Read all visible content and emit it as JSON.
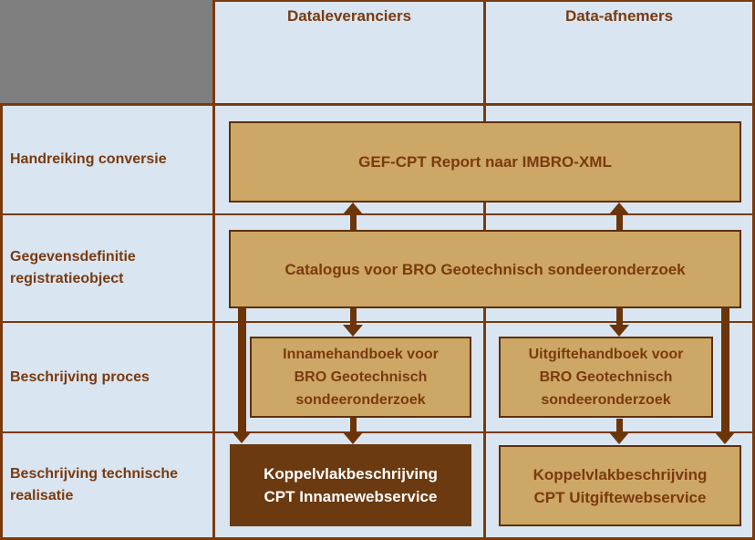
{
  "diagram": {
    "columns": [
      {
        "label": "Dataleveranciers"
      },
      {
        "label": "Data-afnemers"
      }
    ],
    "rows": [
      {
        "label": "Handreiking conversie"
      },
      {
        "label": "Gegevensdefinitie\nregistratieobject"
      },
      {
        "label": "Beschrijving proces"
      },
      {
        "label": "Beschrijving technische\nrealisatie"
      }
    ],
    "boxes": {
      "gef": {
        "label": "GEF-CPT Report naar IMBRO-XML"
      },
      "catalogus": {
        "label": "Catalogus voor BRO Geotechnisch sondeeronderzoek"
      },
      "inname_handboek": {
        "label": "Innamehandboek voor\nBRO Geotechnisch\nsondeeronderzoek"
      },
      "uitgifte_handboek": {
        "label": "Uitgiftehandboek voor\nBRO Geotechnisch\nsondeeronderzoek"
      },
      "koppelvlak_inname": {
        "label": "Koppelvlakbeschrijving\nCPT Innamewebservice"
      },
      "koppelvlak_uitgifte": {
        "label": "Koppelvlakbeschrijving\nCPT Uitgiftewebservice"
      }
    },
    "colors": {
      "background": "#D9E5F1",
      "grid_line": "#7B3A0C",
      "gray_cell": "#7F7F7F",
      "box_fill": "#CDA765",
      "box_border": "#5E2F0A",
      "dark_box_fill": "#6B3A10",
      "text_brown": "#7A3A0F",
      "text_white": "#FFFFFF",
      "arrow": "#6B3409"
    }
  }
}
